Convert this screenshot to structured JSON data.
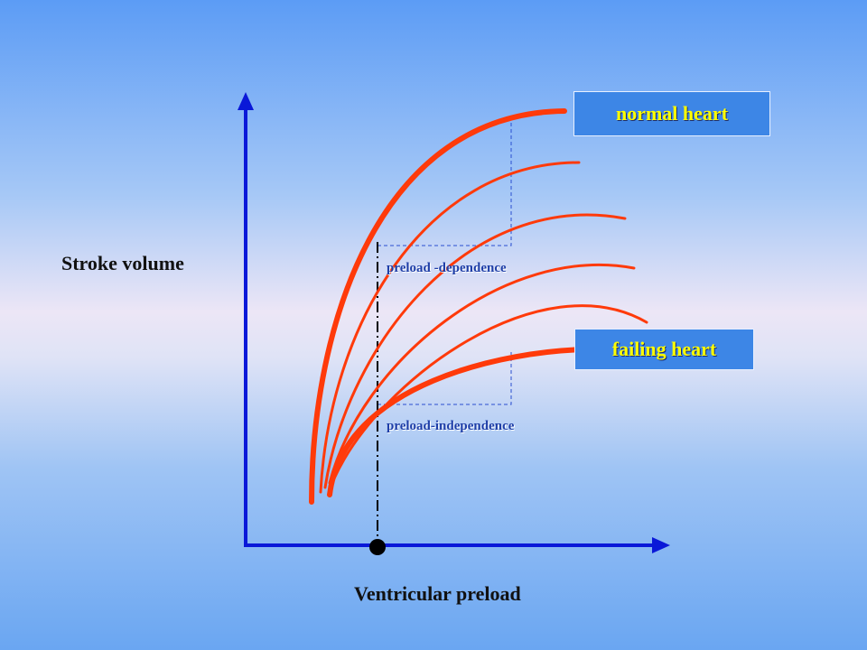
{
  "diagram": {
    "type": "frank-starling-curves",
    "y_axis_label": "Stroke volume",
    "x_axis_label": "Ventricular preload",
    "region_labels": {
      "dependence": "preload -dependence",
      "independence": "preload-independence"
    },
    "legend": {
      "normal": "normal heart",
      "failing": "failing heart"
    },
    "curve_count": 6,
    "colors": {
      "curve": "#ff3a0a",
      "axis": "#0a18d8",
      "guide_lines": "#2a4fd0",
      "legend_box": "#3d86e6",
      "legend_text": "#ffff00",
      "preload_marker": "#000000"
    }
  }
}
